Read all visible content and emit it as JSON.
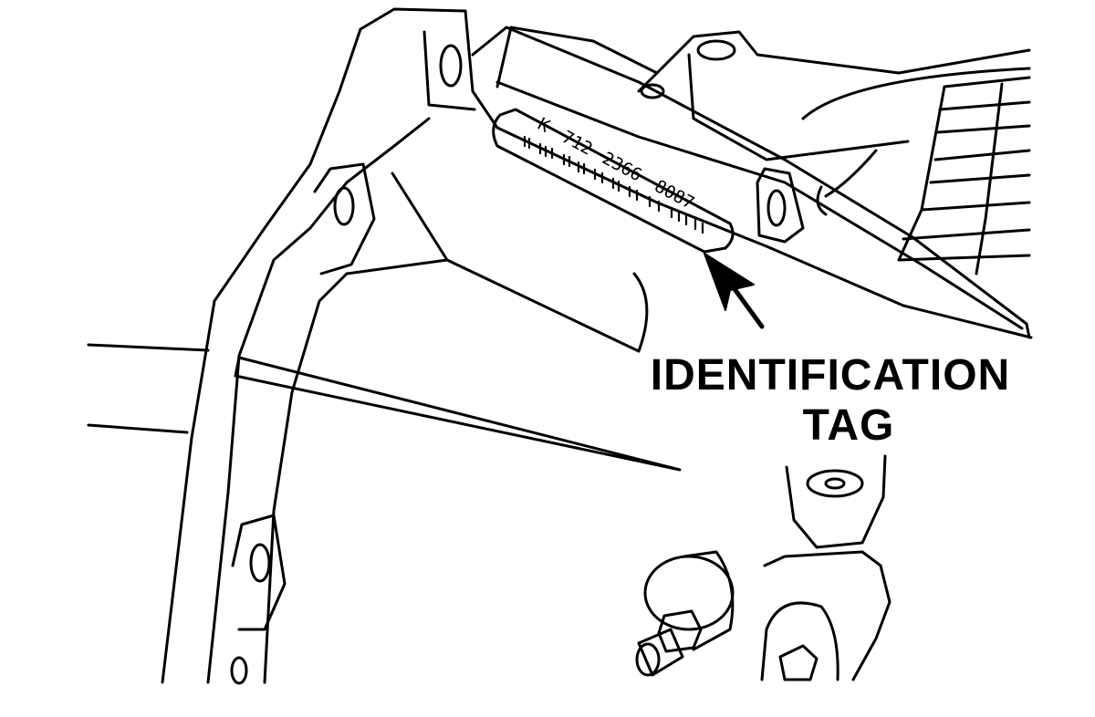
{
  "callout": {
    "line1": "IDENTIFICATION",
    "line2": "TAG"
  },
  "tag": {
    "code_1": "K",
    "code_2": "712",
    "code_3": "2366",
    "code_4": "8087"
  },
  "colors": {
    "ink": "#000000",
    "paper": "#ffffff"
  }
}
